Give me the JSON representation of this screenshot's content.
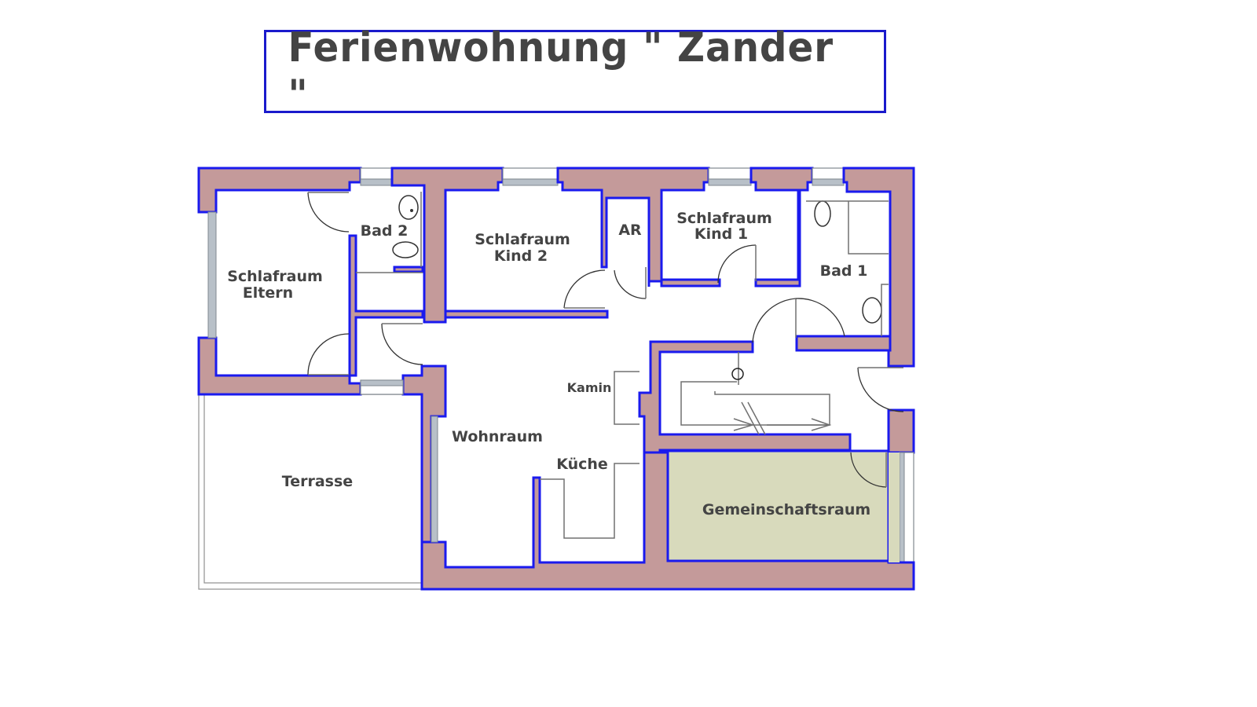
{
  "title": "Ferienwohnung \" Zander \"",
  "colors": {
    "wall_fill": "#c49a9a",
    "wall_outline": "#1a1aee",
    "common_room_fill": "#d8dabc",
    "line_gray": "#707070",
    "window_gray": "#b8c0c8",
    "label_text": "#444444",
    "title_border": "#1a1acc"
  },
  "rooms": {
    "schlafraum_eltern": {
      "line1": "Schlafraum",
      "line2": "Eltern"
    },
    "bad2": {
      "label": "Bad 2"
    },
    "schlafraum_kind2": {
      "line1": "Schlafraum",
      "line2": "Kind 2"
    },
    "ar": {
      "label": "AR"
    },
    "schlafraum_kind1": {
      "line1": "Schlafraum",
      "line2": "Kind 1"
    },
    "bad1": {
      "label": "Bad 1"
    },
    "kamin": {
      "label": "Kamin"
    },
    "wohnraum": {
      "label": "Wohnraum"
    },
    "kueche": {
      "label": "Küche"
    },
    "terrasse": {
      "label": "Terrasse"
    },
    "gemeinschaftsraum": {
      "label": "Gemeinschaftsraum"
    }
  }
}
